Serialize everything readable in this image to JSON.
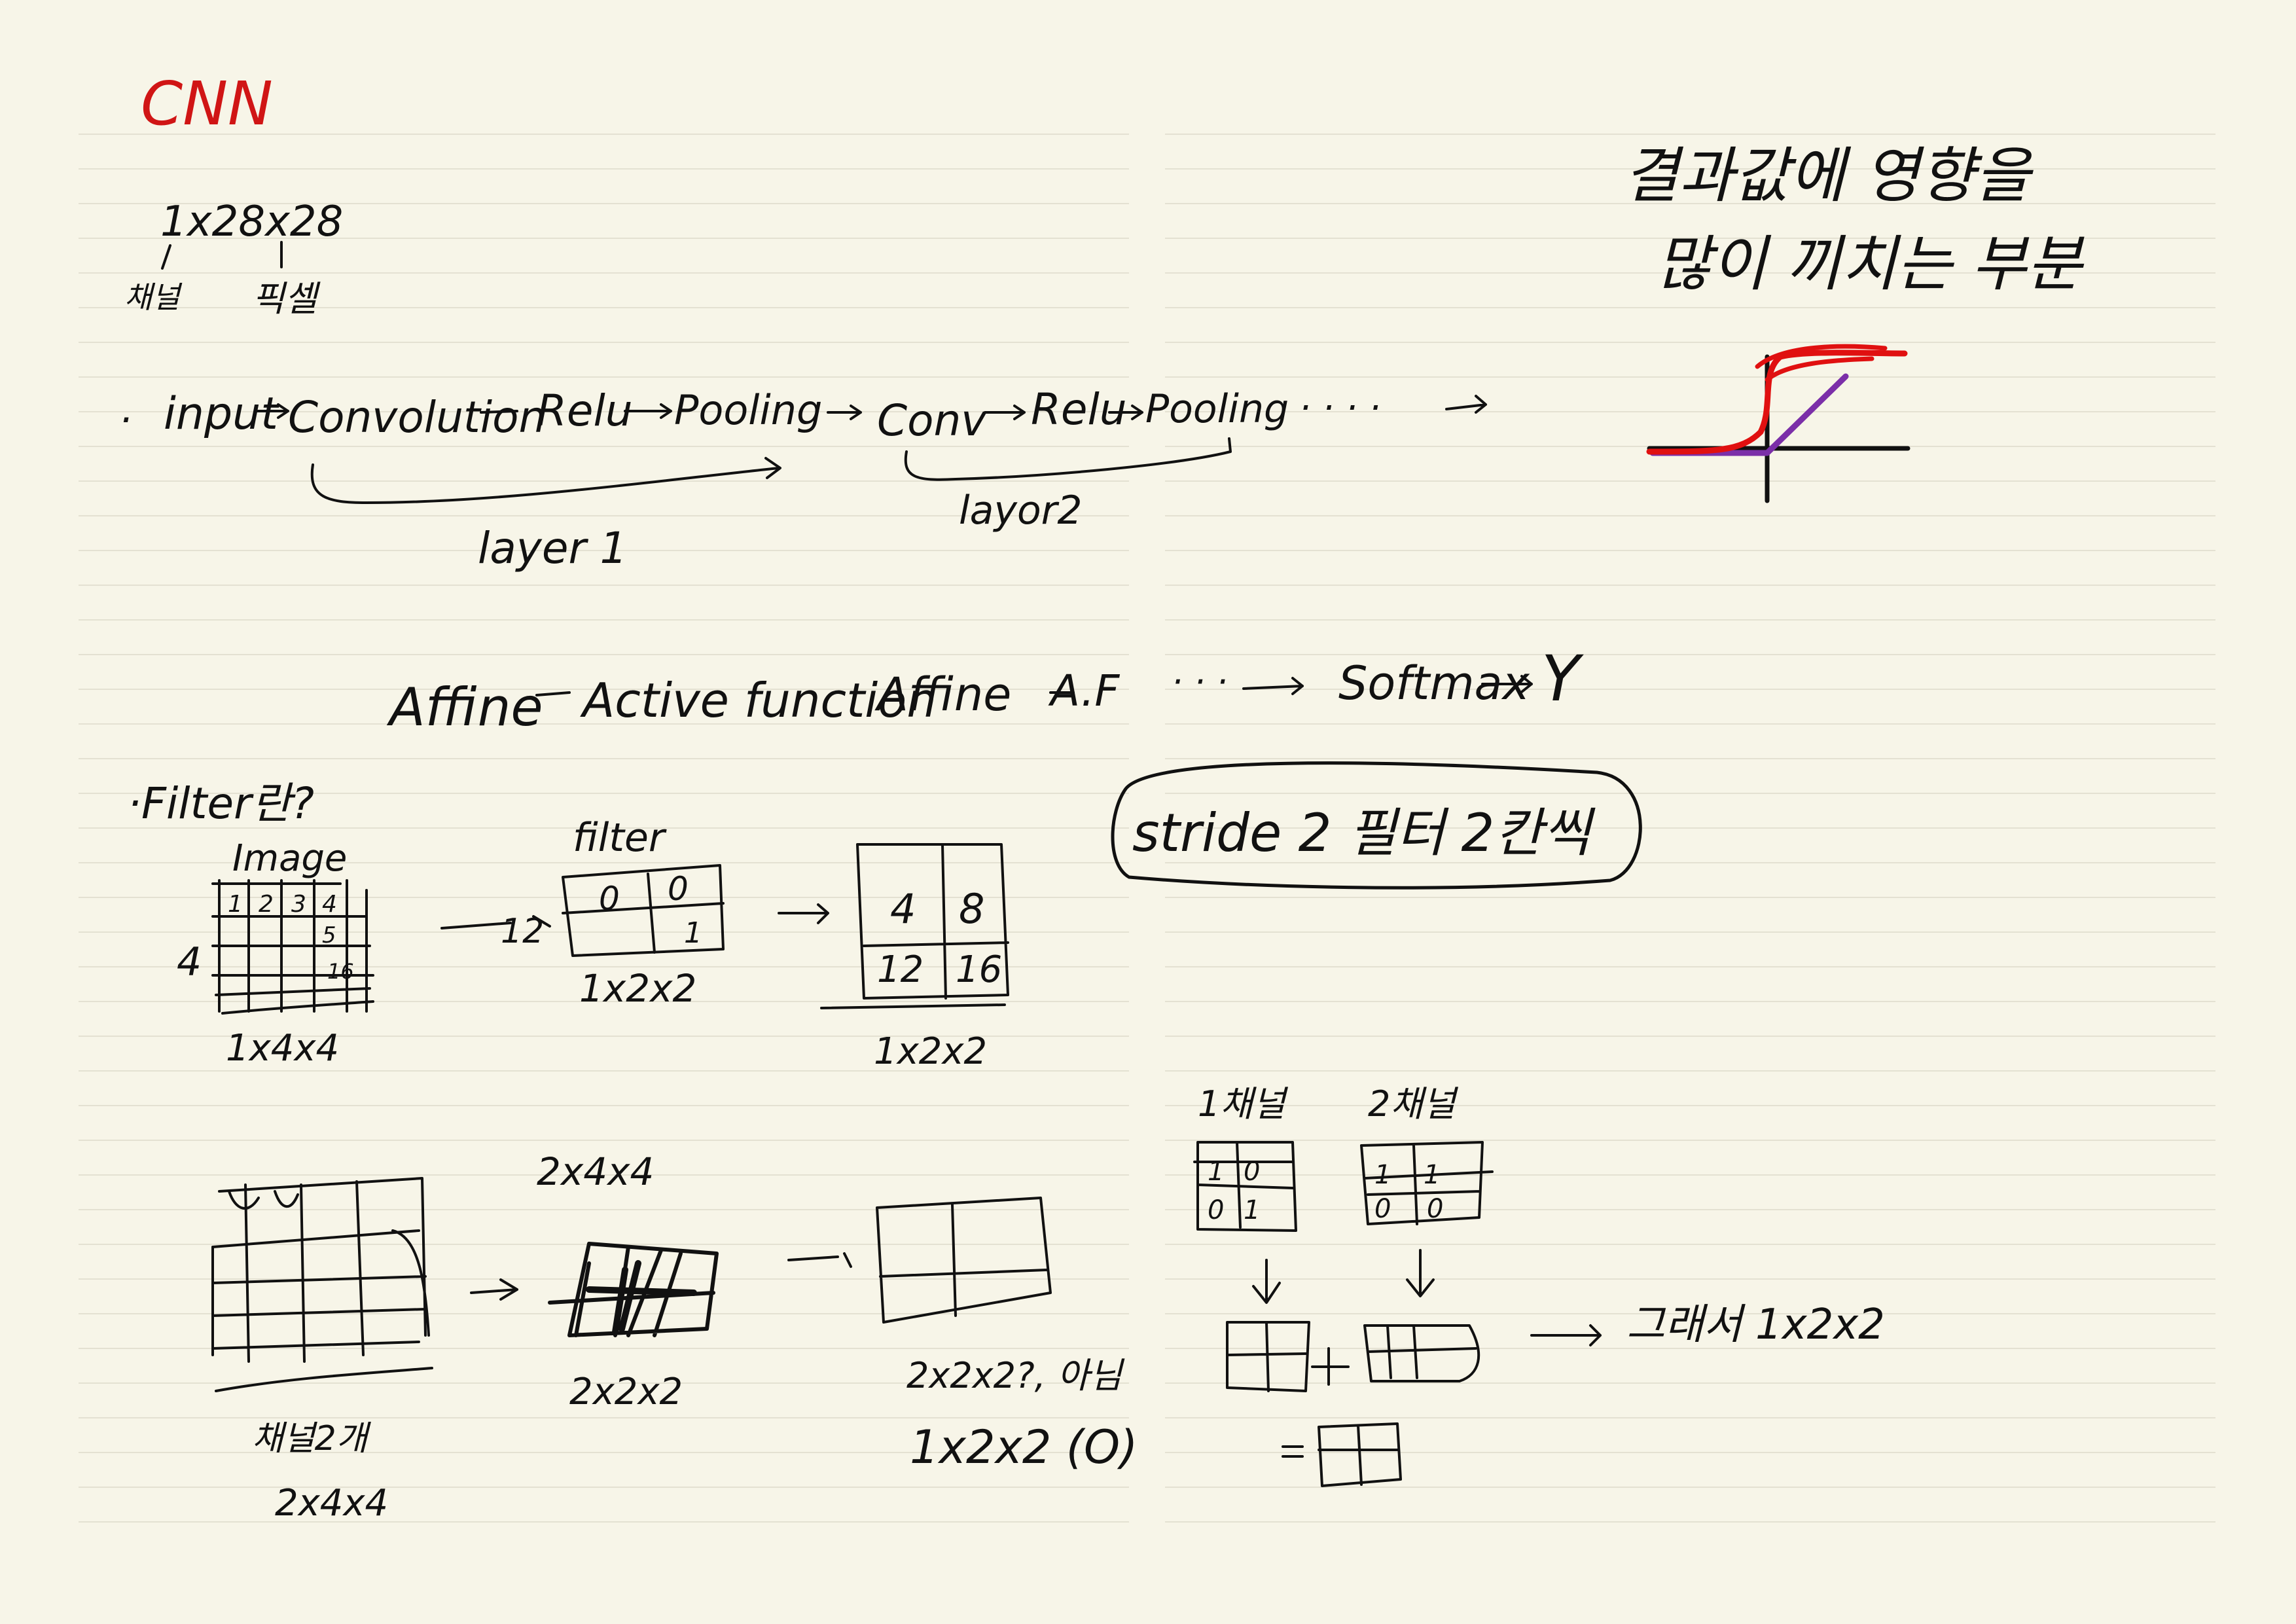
{
  "colors": {
    "paper": "#f7f5e8",
    "rule": "#e4e1d2",
    "ink": "#111111",
    "title_red": "#d01515",
    "graph_red": "#e01010",
    "graph_purple": "#7b2fa8"
  },
  "title": "CNN",
  "shape": {
    "dims": "1x28x28",
    "channel_label": "채널",
    "pixel_label": "픽셀"
  },
  "pipeline1": {
    "bullet": "·",
    "tokens": [
      "input",
      "Convolution",
      "Relu",
      "Pooling",
      "Conv",
      "Relu",
      "Pooling",
      "· · · ·"
    ],
    "layer1": "layer 1",
    "layer2": "layor2"
  },
  "pipeline2": {
    "tokens": [
      "Affine",
      "Active function",
      "Affine",
      "A.F",
      "· · ·",
      "Softmax",
      "Y"
    ]
  },
  "note_top_right": {
    "line1": "결과값에 영향을",
    "line2": "많이 끼치는 부분"
  },
  "filter_section": {
    "heading": "·Filter란?",
    "image_label": "Image",
    "image_cells": [
      "1",
      "2",
      "3",
      "4",
      "5",
      "16"
    ],
    "image_side": "4",
    "image_dims": "1x4x4",
    "filter_label": "filter",
    "filter_cells": [
      "0",
      "0",
      "",
      "1"
    ],
    "filter_dims": "1x2x2",
    "arrow_text": "12",
    "result_cells": [
      "4",
      "8",
      "12",
      "16"
    ],
    "result_dims": "1x2x2",
    "stride_note": "stride 2  필터 2칸씩"
  },
  "channels_section": {
    "input_label": "채널2개",
    "input_dims": "2x4x4",
    "filter_dims_top": "2x4x4",
    "filter_dims_bottom": "2x2x2",
    "output_dims1": "2x2x2?, 아님",
    "output_dims2": "1x2x2 (O)",
    "ch1_label": "1채널",
    "ch2_label": "2채널",
    "ch1_cells": [
      "1",
      "0",
      "0",
      "1"
    ],
    "ch2_cells": [
      "1",
      "1",
      "0",
      "0"
    ],
    "result_text": "그래서 1x2x2"
  }
}
